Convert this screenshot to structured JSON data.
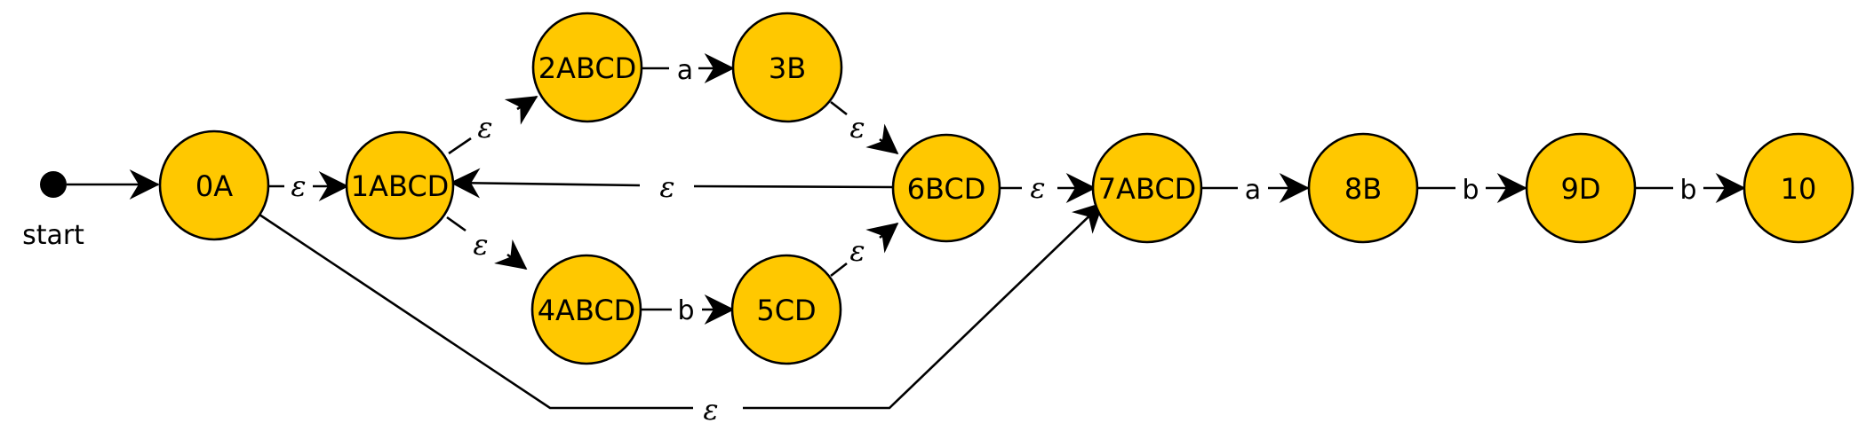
{
  "start_label": "start",
  "colors": {
    "node_fill": "#FFC800",
    "stroke": "#000000",
    "background": "#FFFFFF"
  },
  "nodes": [
    {
      "id": "n0",
      "label": "0A"
    },
    {
      "id": "n1",
      "label": "1ABCD"
    },
    {
      "id": "n2",
      "label": "2ABCD"
    },
    {
      "id": "n3",
      "label": "3B"
    },
    {
      "id": "n4",
      "label": "4ABCD"
    },
    {
      "id": "n5",
      "label": "5CD"
    },
    {
      "id": "n6",
      "label": "6BCD"
    },
    {
      "id": "n7",
      "label": "7ABCD"
    },
    {
      "id": "n8",
      "label": "8B"
    },
    {
      "id": "n9",
      "label": "9D"
    },
    {
      "id": "n10",
      "label": "10"
    }
  ],
  "edges": [
    {
      "id": "e0-1",
      "from": "0A",
      "to": "1ABCD",
      "label": "ε"
    },
    {
      "id": "e1-2",
      "from": "1ABCD",
      "to": "2ABCD",
      "label": "ε"
    },
    {
      "id": "e2-3",
      "from": "2ABCD",
      "to": "3B",
      "label": "a"
    },
    {
      "id": "e3-6",
      "from": "3B",
      "to": "6BCD",
      "label": "ε"
    },
    {
      "id": "e1-4",
      "from": "1ABCD",
      "to": "4ABCD",
      "label": "ε"
    },
    {
      "id": "e4-5",
      "from": "4ABCD",
      "to": "5CD",
      "label": "b"
    },
    {
      "id": "e5-6",
      "from": "5CD",
      "to": "6BCD",
      "label": "ε"
    },
    {
      "id": "e6-1",
      "from": "6BCD",
      "to": "1ABCD",
      "label": "ε"
    },
    {
      "id": "e6-7",
      "from": "6BCD",
      "to": "7ABCD",
      "label": "ε"
    },
    {
      "id": "e0-7",
      "from": "0A",
      "to": "7ABCD",
      "label": "ε"
    },
    {
      "id": "e7-8",
      "from": "7ABCD",
      "to": "8B",
      "label": "a"
    },
    {
      "id": "e8-9",
      "from": "8B",
      "to": "9D",
      "label": "b"
    },
    {
      "id": "e9-10",
      "from": "9D",
      "to": "10",
      "label": "b"
    }
  ]
}
